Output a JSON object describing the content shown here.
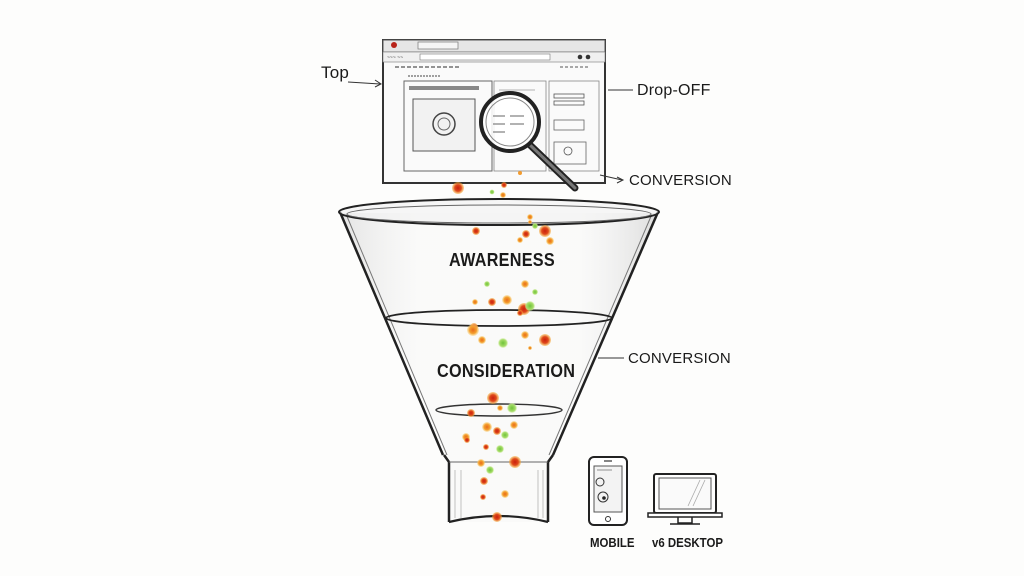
{
  "diagram": {
    "type": "conversion-funnel-sketch",
    "browser_window": {
      "annotation_left": "Top",
      "annotation_right_top": "Drop-OFF",
      "annotation_right_bottom": "CONVERSION"
    },
    "funnel": {
      "stages": [
        {
          "label": "AWARENESS"
        },
        {
          "label": "CONSIDERATION"
        }
      ],
      "side_annotation": "CONVERSION"
    },
    "devices": {
      "mobile_label": "MOBILE",
      "desktop_label": "v6 DESKTOP"
    },
    "colors": {
      "ink": "#1a1a1a",
      "dot_red": "#d83a1c",
      "dot_orange": "#f2a020",
      "dot_green": "#8ccf4a",
      "background": "#fdfdfc"
    }
  }
}
